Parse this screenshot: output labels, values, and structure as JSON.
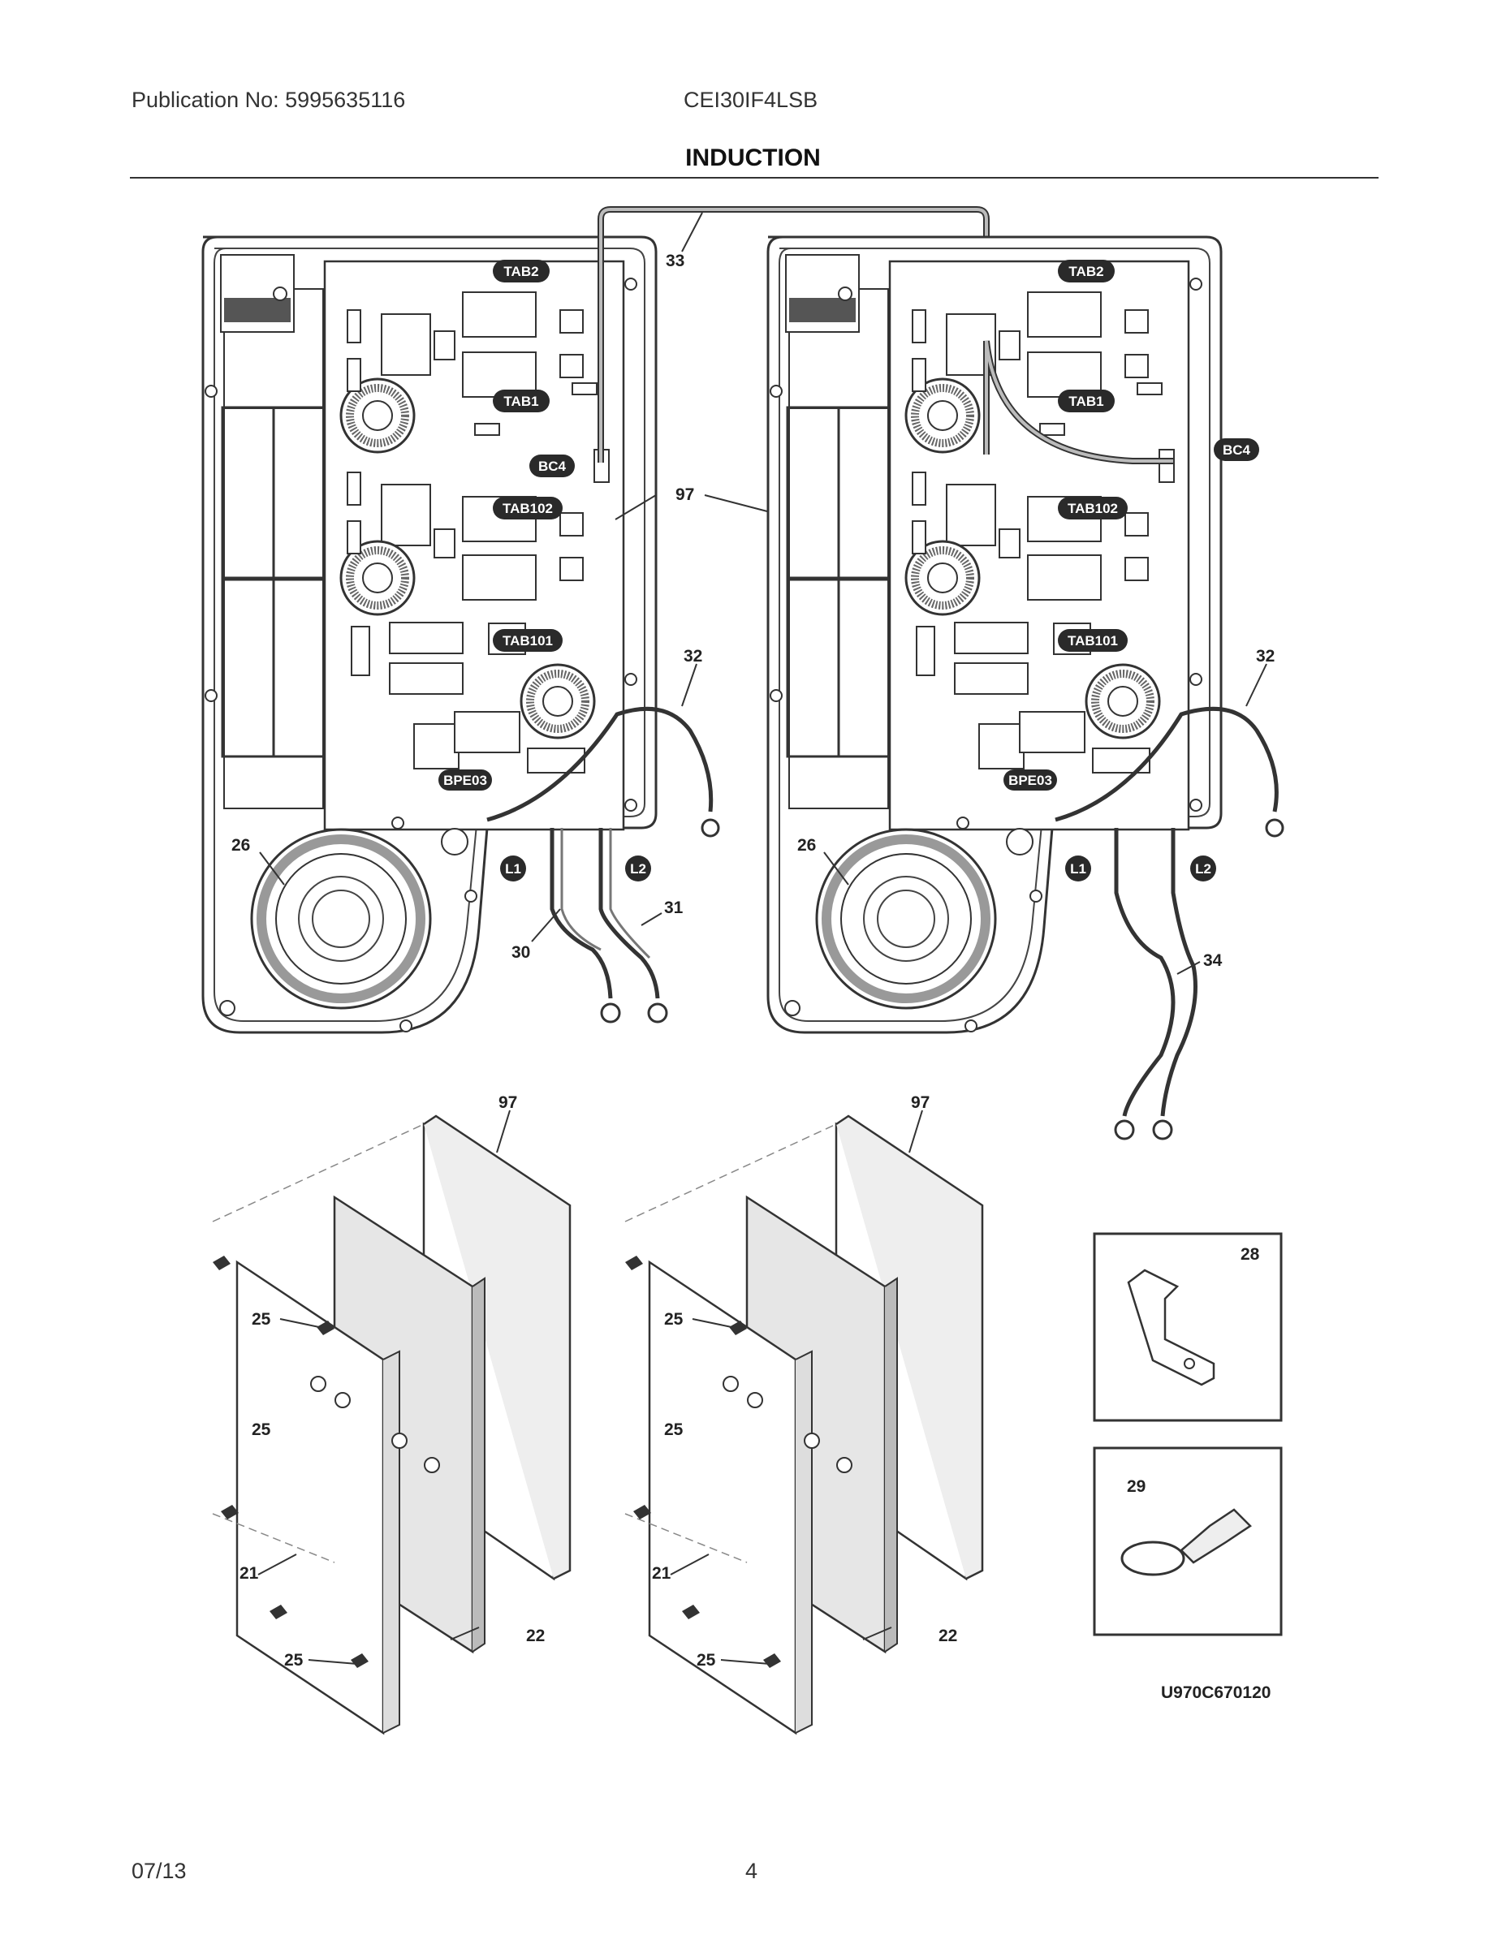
{
  "header": {
    "publication": "Publication No: 5995635116",
    "model": "CEI30IF4LSB",
    "title": "INDUCTION"
  },
  "footer": {
    "date": "07/13",
    "page": "4"
  },
  "diagram_code": "U970C670120",
  "callouts": {
    "tab2_l": "TAB2",
    "tab1_l": "TAB1",
    "bc4_l": "BC4",
    "tab102_l": "TAB102",
    "tab101_l": "TAB101",
    "bpe03_l": "BPE03",
    "l1_l": "L1",
    "l2_l": "L2",
    "tab2_r": "TAB2",
    "tab1_r": "TAB1",
    "bc4_r": "BC4",
    "tab102_r": "TAB102",
    "tab101_r": "TAB101",
    "bpe03_r": "BPE03",
    "l1_r": "L1",
    "l2_r": "L2"
  },
  "part_numbers": {
    "p33": "33",
    "p97_top": "97",
    "p32_l": "32",
    "p32_r": "32",
    "p26_l": "26",
    "p26_r": "26",
    "p31": "31",
    "p30": "30",
    "p34": "34",
    "p97_bl": "97",
    "p97_br": "97",
    "p25_l1": "25",
    "p25_l2": "25",
    "p25_l3": "25",
    "p21_l": "21",
    "p22_l": "22",
    "p25_r1": "25",
    "p25_r2": "25",
    "p25_r3": "25",
    "p21_r": "21",
    "p22_r": "22",
    "p28": "28",
    "p29": "29"
  }
}
